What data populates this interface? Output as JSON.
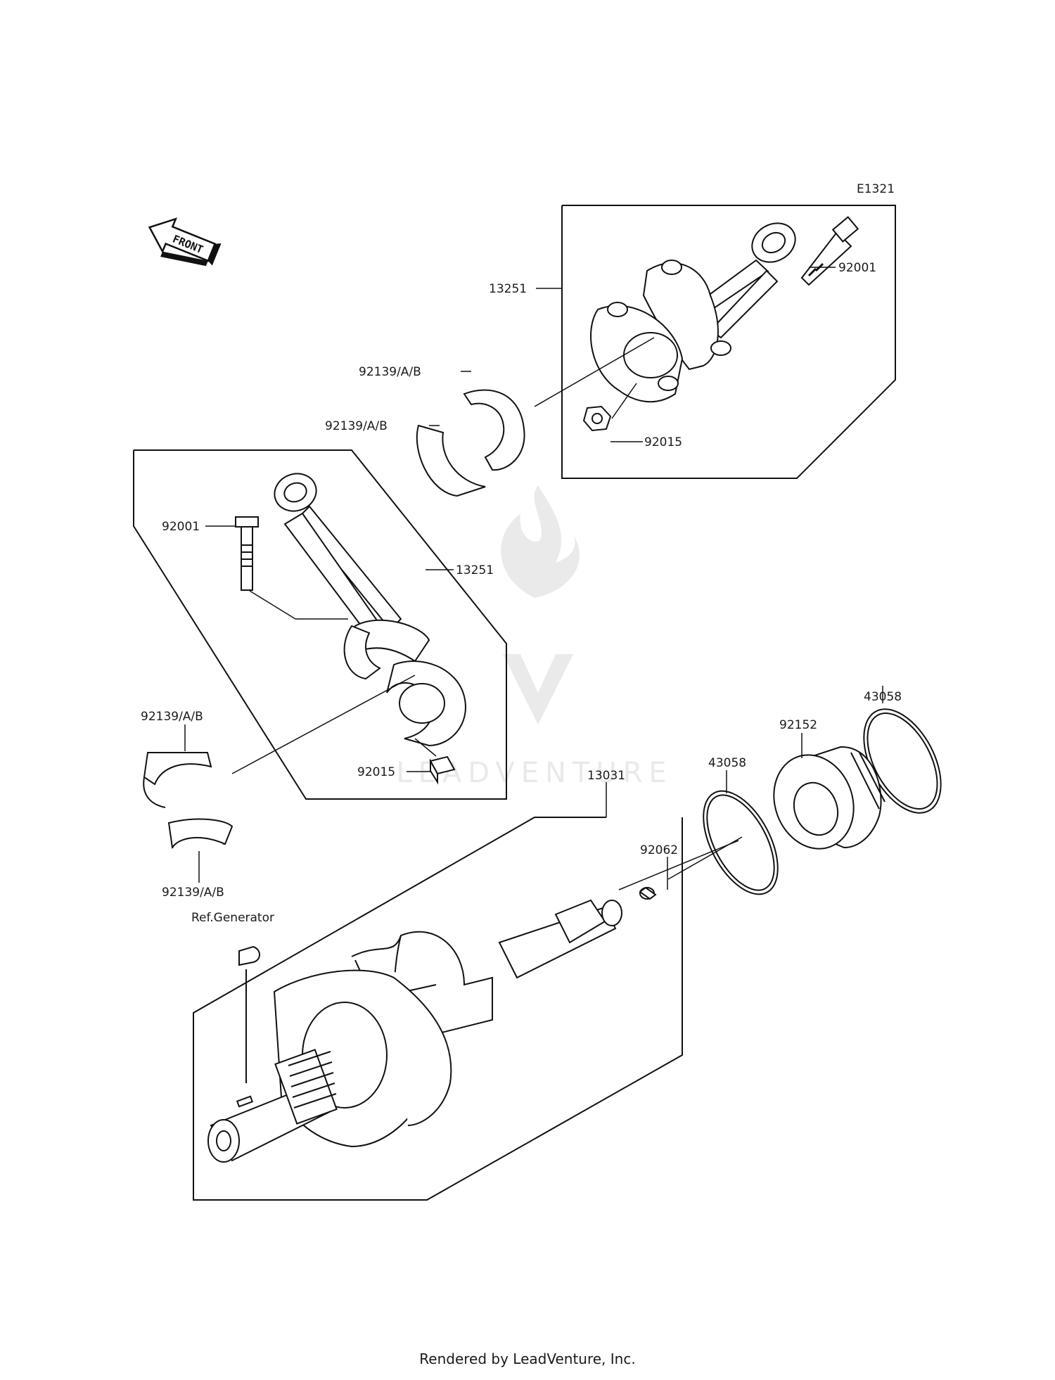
{
  "diagram_code": "E1321",
  "front_indicator": "FRONT",
  "callouts": {
    "rod_upper": "13251",
    "bolt_upper": "92001",
    "nut_upper": "92015",
    "bearing_upper_1": "92139/A/B",
    "bearing_upper_2": "92139/A/B",
    "bolt_lower": "92001",
    "rod_lower": "13251",
    "bearing_lower_1": "92139/A/B",
    "nut_lower": "92015",
    "bearing_lower_2": "92139/A/B",
    "ring_outer": "43058",
    "seal_housing": "92152",
    "ring_inner": "43058",
    "crankshaft": "13031",
    "plug": "92062",
    "generator_ref": "Ref.Generator"
  },
  "watermark": "LEADVENTURE",
  "footer": "Rendered by LeadVenture, Inc."
}
